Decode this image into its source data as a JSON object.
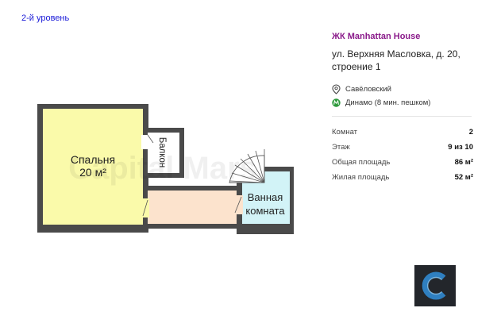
{
  "level": "2-й уровень",
  "plan": {
    "watermark": "Capital Mars",
    "rooms": {
      "bedroom": {
        "name": "Спальня",
        "area": "20 м²"
      },
      "balcony": {
        "name": "Балкон"
      },
      "bathroom": {
        "line1": "Ванная",
        "line2": "комната"
      }
    },
    "colors": {
      "bedroom": "#fafaaa",
      "hall": "#fce3cd",
      "bathroom": "#d2f3f7",
      "wall": "#4a4a4a"
    }
  },
  "listing": {
    "complex": "ЖК Manhattan House",
    "address_line1": "ул. Верхняя Масловка, д. 20,",
    "address_line2": "строение 1",
    "metro": [
      {
        "icon": "location-pin-icon",
        "name": "Савёловский"
      },
      {
        "icon": "metro-m-icon",
        "name": "Динамо (8 мин. пешком)"
      }
    ],
    "params": [
      {
        "label": "Комнат",
        "value": "2"
      },
      {
        "label": "Этаж",
        "value": "9 из 10"
      },
      {
        "label": "Общая площадь",
        "value": "86 м²"
      },
      {
        "label": "Жилая площадь",
        "value": "52 м²"
      }
    ]
  },
  "brand": {
    "icon": "capital-c-logo-icon",
    "colors": {
      "dark": "#23262b",
      "accent": "#2f7fc0"
    }
  }
}
